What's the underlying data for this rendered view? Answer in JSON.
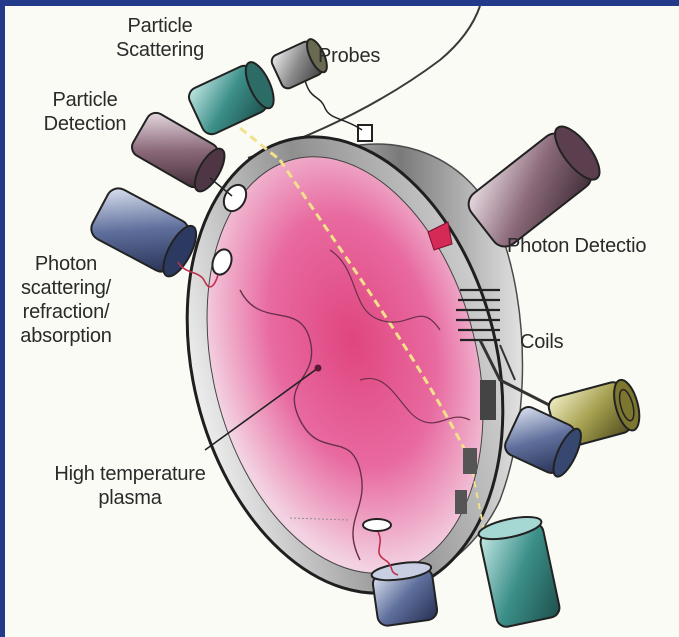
{
  "labels": {
    "particle_scattering": "Particle\nScattering",
    "probes": "Probes",
    "particle_detection": "Particle\nDetection",
    "photon_detection": "Photon Detectio",
    "photon_scattering": "Photon\nscattering/\nrefraction/\nabsorption",
    "coils": "Coils",
    "plasma": "High temperature\nplasma"
  },
  "colors": {
    "plasma": "#e0457f",
    "frame_border": "#233a8a",
    "beam": "#f3e08a"
  }
}
